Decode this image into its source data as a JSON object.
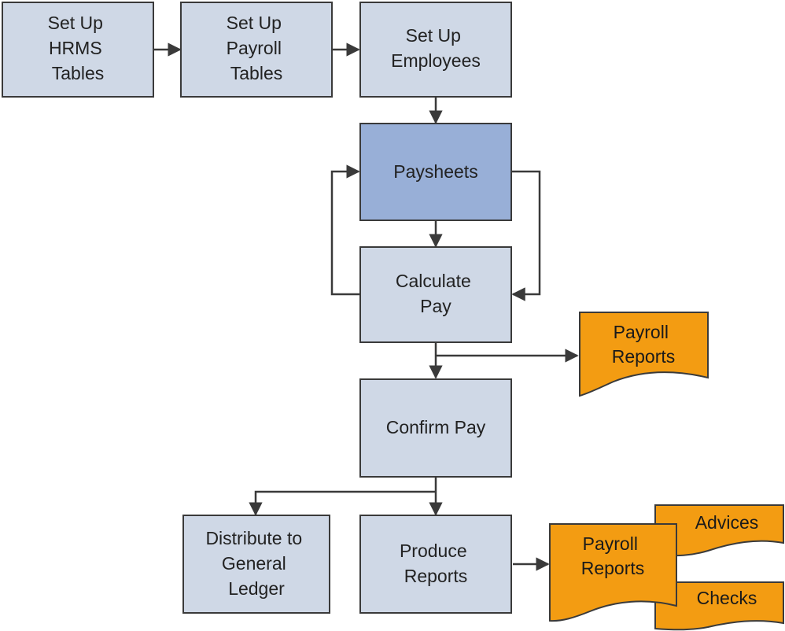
{
  "colors": {
    "process_fill": "#cfd8e6",
    "highlight_fill": "#98afd7",
    "document_fill": "#f39c12",
    "stroke": "#3a3a3a"
  },
  "steps": {
    "setup_hrms": [
      "Set Up",
      "HRMS",
      "Tables"
    ],
    "setup_payroll": [
      "Set Up",
      "Payroll",
      "Tables"
    ],
    "setup_employees": [
      "Set Up",
      "Employees"
    ],
    "paysheets": [
      "Paysheets"
    ],
    "calculate_pay": [
      "Calculate",
      "Pay"
    ],
    "confirm_pay": [
      "Confirm Pay"
    ],
    "distribute_gl": [
      "Distribute to",
      "General",
      "Ledger"
    ],
    "produce_reports": [
      "Produce",
      "Reports"
    ]
  },
  "documents": {
    "payroll_reports_1": [
      "Payroll",
      "Reports"
    ],
    "advices": [
      "Advices"
    ],
    "checks": [
      "Checks"
    ],
    "payroll_reports_2": [
      "Payroll",
      "Reports"
    ]
  }
}
